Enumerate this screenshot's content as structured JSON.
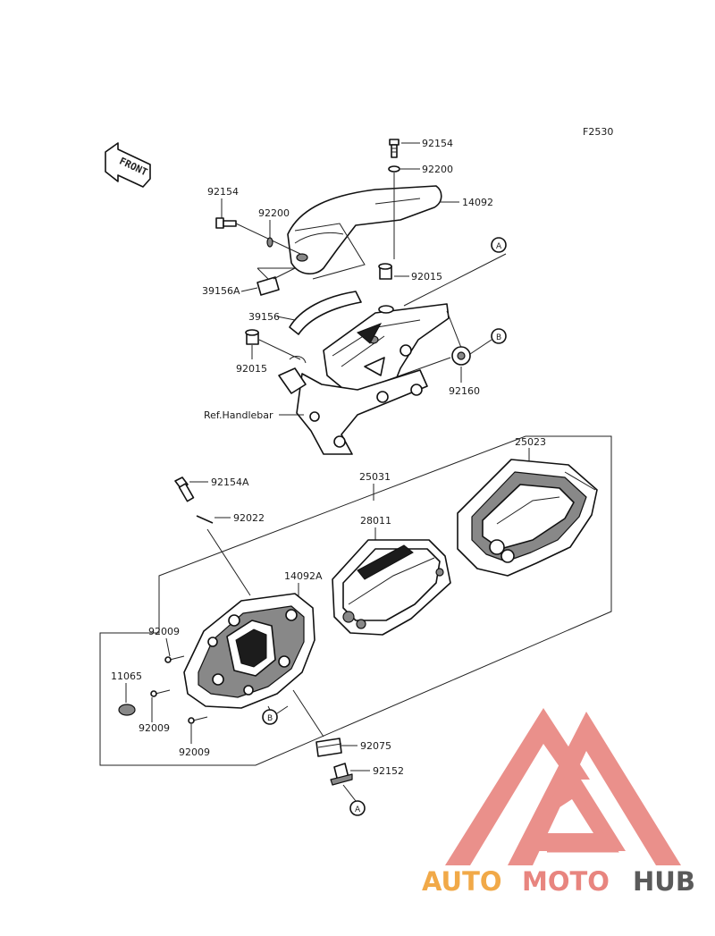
{
  "diagram": {
    "figure_code": "F2530",
    "direction_label": "FRONT",
    "colors": {
      "line": "#222222",
      "part_fill": "#ffffff",
      "part_dark": "#1c1c1c",
      "watermark_red": "#e8857f",
      "watermark_orange": "#f1a948",
      "watermark_gray": "#5a5a5a"
    },
    "callouts": {
      "bolt_top": "92154",
      "washer_top": "92200",
      "cover_upper": "14092",
      "bolt_left": "92154",
      "washer_left": "92200",
      "damper_grommet": "92015",
      "pad_small": "39156A",
      "pad_large": "39156",
      "collar_left": "92015",
      "ref_handlebar": "Ref.Handlebar",
      "grommet_b": "92160",
      "meter_cover": "25023",
      "meter_assy": "25031",
      "bolt_meter": "92154A",
      "washer_meter": "92022",
      "meter_unit": "28011",
      "case_lower": "14092A",
      "screw_a": "92009",
      "cap": "11065",
      "screw_b": "92009",
      "screw_c": "92009",
      "damper_lower": "92075",
      "collar_lower": "92152"
    },
    "circle_refs": {
      "a_top": "A",
      "b_top": "B",
      "b_bottom": "B",
      "a_bottom": "A"
    }
  },
  "watermark": {
    "brand_part1": "AUTO",
    "brand_part2": "MOTO",
    "brand_part3": "HUB"
  }
}
